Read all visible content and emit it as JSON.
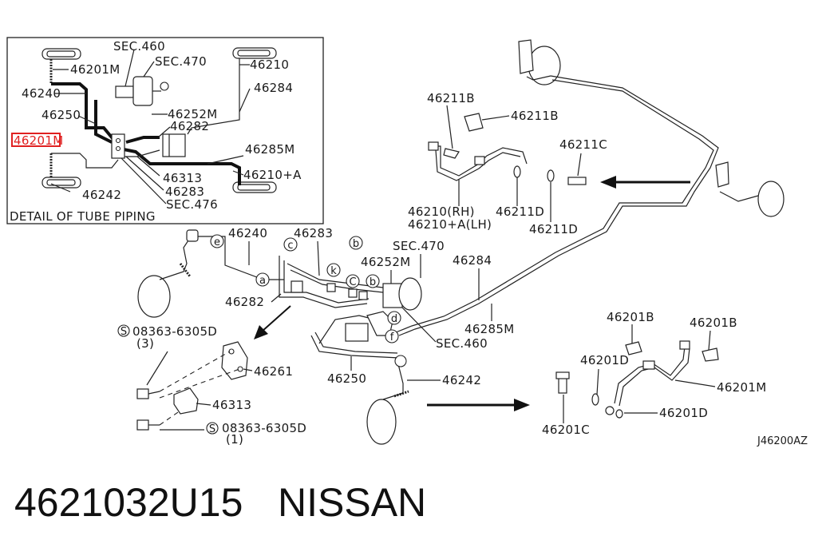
{
  "diagram": {
    "detail_box": {
      "caption": "DETAIL OF TUBE PIPING",
      "labels": {
        "sec460": "SEC.460",
        "sec470": "SEC.470",
        "p46201M_top": "46201M",
        "p46240": "46240",
        "p46250": "46250",
        "p46201M_hl": "46201M",
        "p46242": "46242",
        "p46210": "46210",
        "p46284": "46284",
        "p46252M": "46252M",
        "p46282": "46282",
        "p46285M": "46285M",
        "p46313": "46313",
        "p46210A": "46210+A",
        "p46283": "46283",
        "sec476": "SEC.476"
      },
      "highlight_color": "#e02020"
    },
    "callouts": {
      "c": "c",
      "b": "b",
      "k": "k",
      "C": "C",
      "e": "e",
      "a": "a",
      "d": "d",
      "f": "f"
    },
    "labels": {
      "p46211B_left": "46211B",
      "p46211B_right": "46211B",
      "p46211C": "46211C",
      "p46210RH": "46210(RH)",
      "p46210ALH": "46210+A(LH)",
      "p46211D_a": "46211D",
      "p46211D_b": "46211D",
      "p46240": "46240",
      "p46283": "46283",
      "sec470": "SEC.470",
      "p46252M": "46252M",
      "p46284": "46284",
      "p46282": "46282",
      "p46285M": "46285M",
      "sec460": "SEC.460",
      "bolt1": "08363-6305D",
      "bolt1_qty": "(3)",
      "p46261": "46261",
      "p46250": "46250",
      "p46242": "46242",
      "p46313": "46313",
      "bolt2": "08363-6305D",
      "bolt2_qty": "(1)",
      "p46201B_a": "46201B",
      "p46201B_b": "46201B",
      "p46201D_a": "46201D",
      "p46201M": "46201M",
      "p46201C": "46201C",
      "p46201D_b": "46201D",
      "s_symbol": "S",
      "code": "J46200AZ"
    },
    "footer": {
      "part_number": "4621032U15",
      "brand": "NISSAN"
    }
  }
}
